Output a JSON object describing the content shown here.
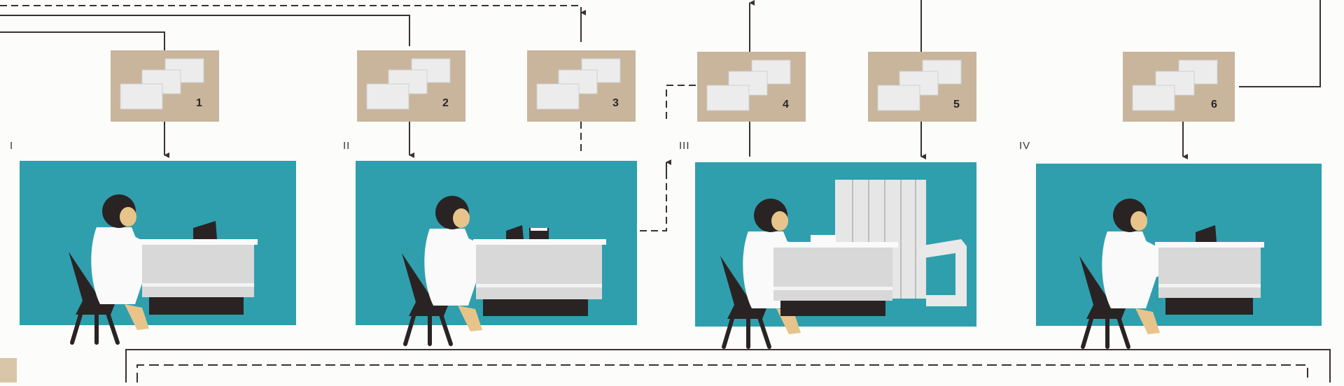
{
  "colors": {
    "panel": "#2f9fae",
    "doc_box": "#c8b59c",
    "card": "#ececec",
    "line": "#3a3032",
    "figure_coat": "#fafafa",
    "skin": "#e8c48a",
    "hair": "#2a2324",
    "furniture": "#d8d8d8"
  },
  "stations": [
    {
      "label": "I"
    },
    {
      "label": "II"
    },
    {
      "label": "III"
    },
    {
      "label": "IV"
    }
  ],
  "documents": [
    {
      "label": "1"
    },
    {
      "label": "2"
    },
    {
      "label": "3"
    },
    {
      "label": "4"
    },
    {
      "label": "5"
    },
    {
      "label": "6"
    }
  ]
}
